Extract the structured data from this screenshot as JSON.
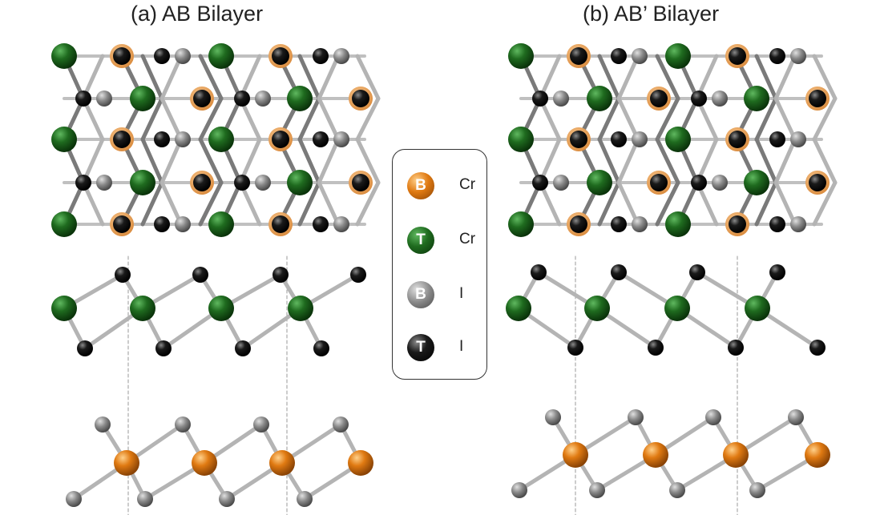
{
  "titles": {
    "a": "(a) AB Bilayer",
    "b": "(b) AB’ Bilayer"
  },
  "legend": {
    "items": [
      {
        "letter": "B",
        "element": "Cr",
        "color": "#e07a12",
        "kind": "bottom-cr"
      },
      {
        "letter": "T",
        "element": "Cr",
        "color": "#1f6b1f",
        "kind": "top-cr"
      },
      {
        "letter": "B",
        "element": "I",
        "color": "#7a7a7a",
        "kind": "bottom-i"
      },
      {
        "letter": "T",
        "element": "I",
        "color": "#0f0f0f",
        "kind": "top-i"
      }
    ]
  },
  "colors": {
    "top_cr": "#1f6b1f",
    "bottom_cr": "#e07a12",
    "top_i": "#0f0f0f",
    "bottom_i": "#7a7a7a",
    "bond": "#9a9a9a"
  }
}
